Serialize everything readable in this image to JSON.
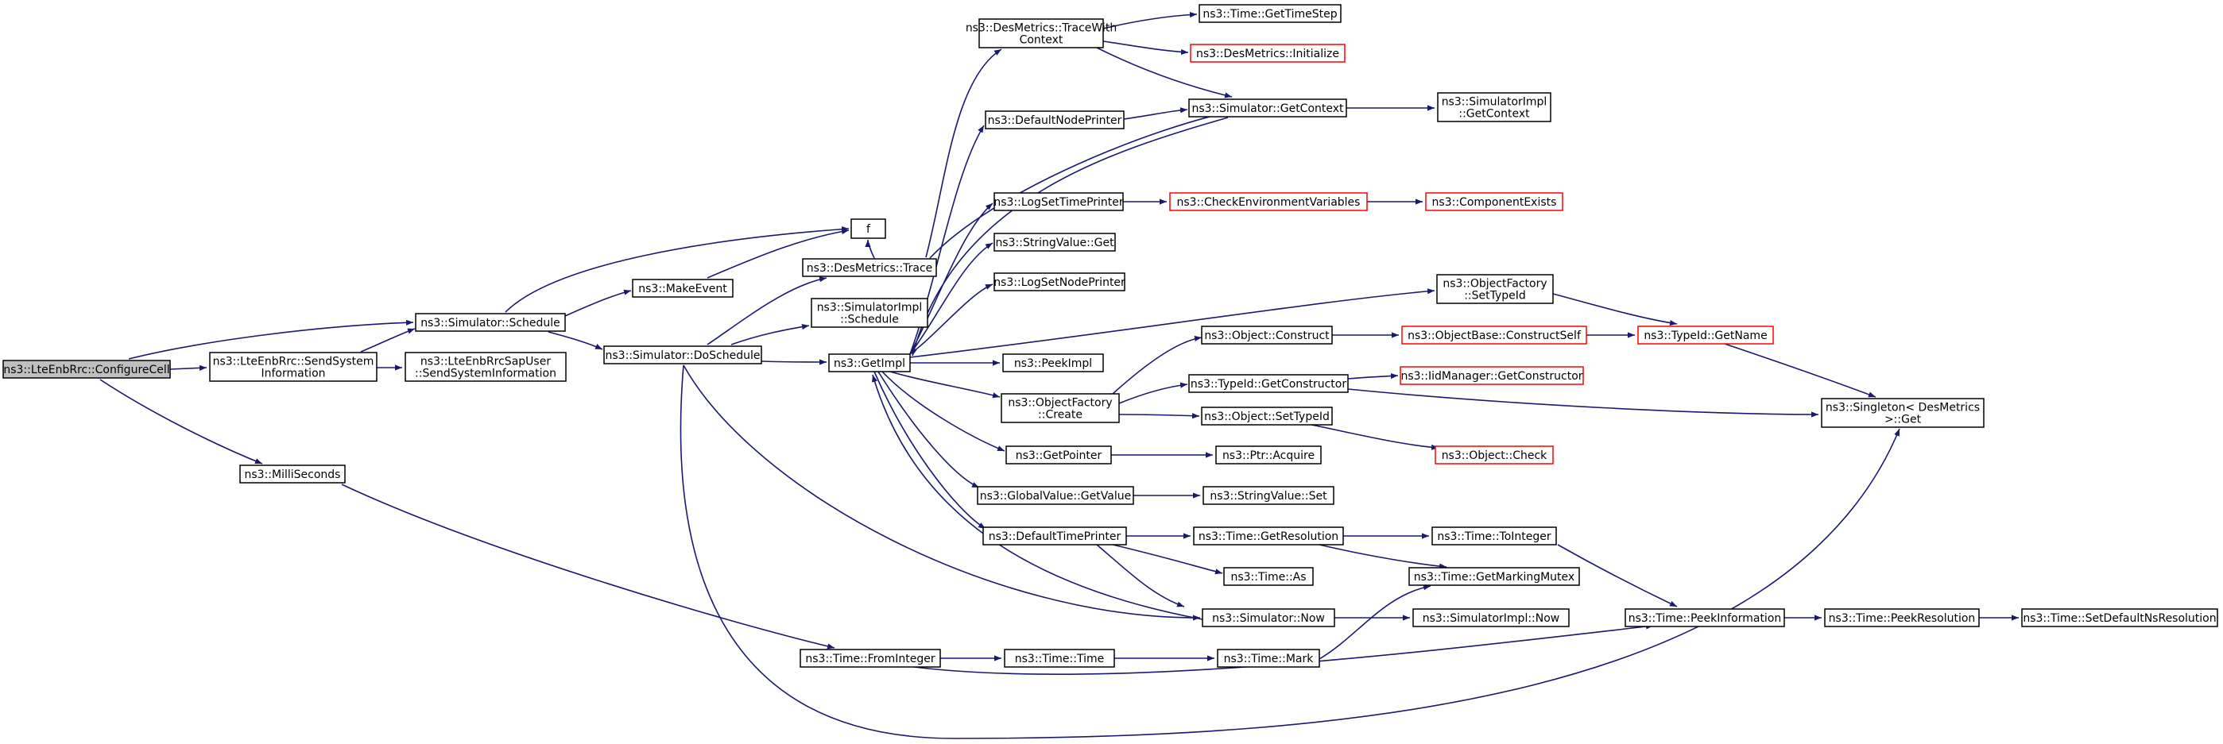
{
  "colors": {
    "edge": "#191970",
    "node_border": "#000000",
    "truncated_border": "#ff0000",
    "root_fill": "#bfbfbf",
    "node_fill": "#ffffff"
  },
  "diagram": {
    "nodes": [
      {
        "id": "configure_cell",
        "lines": [
          "ns3::LteEnbRrc::ConfigureCell"
        ],
        "root": true
      },
      {
        "id": "sim_schedule",
        "lines": [
          "ns3::Simulator::Schedule"
        ]
      },
      {
        "id": "send_sys_info",
        "lines": [
          "ns3::LteEnbRrc::SendSystem",
          "Information"
        ]
      },
      {
        "id": "milliseconds",
        "lines": [
          "ns3::MilliSeconds"
        ]
      },
      {
        "id": "f",
        "lines": [
          "f"
        ]
      },
      {
        "id": "make_event",
        "lines": [
          "ns3::MakeEvent"
        ]
      },
      {
        "id": "sim_doschedule",
        "lines": [
          "ns3::Simulator::DoSchedule"
        ]
      },
      {
        "id": "sap_user_send",
        "lines": [
          "ns3::LteEnbRrcSapUser",
          "::SendSystemInformation"
        ]
      },
      {
        "id": "desmetrics_trace",
        "lines": [
          "ns3::DesMetrics::Trace"
        ]
      },
      {
        "id": "simimpl_schedule",
        "lines": [
          "ns3::SimulatorImpl",
          "::Schedule"
        ]
      },
      {
        "id": "getimpl",
        "lines": [
          "ns3::GetImpl"
        ]
      },
      {
        "id": "time_frominteger",
        "lines": [
          "ns3::Time::FromInteger"
        ]
      },
      {
        "id": "trace_with_context",
        "lines": [
          "ns3::DesMetrics::TraceWith",
          "Context"
        ]
      },
      {
        "id": "default_node_printer",
        "lines": [
          "ns3::DefaultNodePrinter"
        ]
      },
      {
        "id": "log_set_time_printer",
        "lines": [
          "ns3::LogSetTimePrinter"
        ]
      },
      {
        "id": "stringvalue_get",
        "lines": [
          "ns3::StringValue::Get"
        ]
      },
      {
        "id": "log_set_node_printer",
        "lines": [
          "ns3::LogSetNodePrinter"
        ]
      },
      {
        "id": "peekimpl",
        "lines": [
          "ns3::PeekImpl"
        ]
      },
      {
        "id": "objfactory_create",
        "lines": [
          "ns3::ObjectFactory",
          "::Create"
        ]
      },
      {
        "id": "getpointer",
        "lines": [
          "ns3::GetPointer"
        ]
      },
      {
        "id": "globalvalue_getvalue",
        "lines": [
          "ns3::GlobalValue::GetValue"
        ]
      },
      {
        "id": "default_time_printer",
        "lines": [
          "ns3::DefaultTimePrinter"
        ]
      },
      {
        "id": "time_time",
        "lines": [
          "ns3::Time::Time"
        ]
      },
      {
        "id": "time_gettimestep",
        "lines": [
          "ns3::Time::GetTimeStep"
        ]
      },
      {
        "id": "desmetrics_initialize",
        "lines": [
          "ns3::DesMetrics::Initialize"
        ],
        "truncated": true
      },
      {
        "id": "sim_getcontext",
        "lines": [
          "ns3::Simulator::GetContext"
        ]
      },
      {
        "id": "check_env_vars",
        "lines": [
          "ns3::CheckEnvironmentVariables"
        ],
        "truncated": true
      },
      {
        "id": "object_construct",
        "lines": [
          "ns3::Object::Construct"
        ]
      },
      {
        "id": "typeid_getconstructor",
        "lines": [
          "ns3::TypeId::GetConstructor"
        ]
      },
      {
        "id": "object_settypeid",
        "lines": [
          "ns3::Object::SetTypeId"
        ]
      },
      {
        "id": "ptr_acquire",
        "lines": [
          "ns3::Ptr::Acquire"
        ]
      },
      {
        "id": "stringvalue_set",
        "lines": [
          "ns3::StringValue::Set"
        ]
      },
      {
        "id": "time_getresolution",
        "lines": [
          "ns3::Time::GetResolution"
        ]
      },
      {
        "id": "time_as",
        "lines": [
          "ns3::Time::As"
        ]
      },
      {
        "id": "sim_now",
        "lines": [
          "ns3::Simulator::Now"
        ]
      },
      {
        "id": "time_mark",
        "lines": [
          "ns3::Time::Mark"
        ]
      },
      {
        "id": "simimpl_getcontext",
        "lines": [
          "ns3::SimulatorImpl",
          "::GetContext"
        ]
      },
      {
        "id": "component_exists",
        "lines": [
          "ns3::ComponentExists"
        ],
        "truncated": true
      },
      {
        "id": "objfactory_settypeid",
        "lines": [
          "ns3::ObjectFactory",
          "::SetTypeId"
        ]
      },
      {
        "id": "objectbase_constructself",
        "lines": [
          "ns3::ObjectBase::ConstructSelf"
        ],
        "truncated": true
      },
      {
        "id": "iidmanager_getconstructor",
        "lines": [
          "ns3::IidManager::GetConstructor"
        ],
        "truncated": true
      },
      {
        "id": "object_check",
        "lines": [
          "ns3::Object::Check"
        ],
        "truncated": true
      },
      {
        "id": "time_tointeger",
        "lines": [
          "ns3::Time::ToInteger"
        ]
      },
      {
        "id": "time_getmarkingmutex",
        "lines": [
          "ns3::Time::GetMarkingMutex"
        ]
      },
      {
        "id": "simimpl_now",
        "lines": [
          "ns3::SimulatorImpl::Now"
        ]
      },
      {
        "id": "typeid_getname",
        "lines": [
          "ns3::TypeId::GetName"
        ],
        "truncated": true
      },
      {
        "id": "singleton_get",
        "lines": [
          "ns3::Singleton< DesMetrics",
          " >::Get"
        ]
      },
      {
        "id": "time_peekinformation",
        "lines": [
          "ns3::Time::PeekInformation"
        ]
      },
      {
        "id": "time_peekresolution",
        "lines": [
          "ns3::Time::PeekResolution"
        ]
      },
      {
        "id": "time_setdefaultnsresolution",
        "lines": [
          "ns3::Time::SetDefaultNsResolution"
        ]
      }
    ],
    "edges": [
      [
        "configure_cell",
        "sim_schedule"
      ],
      [
        "configure_cell",
        "send_sys_info"
      ],
      [
        "configure_cell",
        "milliseconds"
      ],
      [
        "sim_schedule",
        "f"
      ],
      [
        "sim_schedule",
        "make_event"
      ],
      [
        "sim_schedule",
        "sim_doschedule"
      ],
      [
        "make_event",
        "f"
      ],
      [
        "send_sys_info",
        "sim_schedule"
      ],
      [
        "send_sys_info",
        "sap_user_send"
      ],
      [
        "milliseconds",
        "time_frominteger"
      ],
      [
        "sim_doschedule",
        "desmetrics_trace"
      ],
      [
        "sim_doschedule",
        "simimpl_schedule"
      ],
      [
        "sim_doschedule",
        "getimpl"
      ],
      [
        "sim_doschedule",
        "sim_now"
      ],
      [
        "sim_doschedule",
        "singleton_get"
      ],
      [
        "desmetrics_trace",
        "f"
      ],
      [
        "desmetrics_trace",
        "trace_with_context"
      ],
      [
        "desmetrics_trace",
        "sim_getcontext"
      ],
      [
        "getimpl",
        "default_node_printer"
      ],
      [
        "getimpl",
        "log_set_time_printer"
      ],
      [
        "getimpl",
        "stringvalue_get"
      ],
      [
        "getimpl",
        "log_set_node_printer"
      ],
      [
        "getimpl",
        "peekimpl"
      ],
      [
        "getimpl",
        "objfactory_create"
      ],
      [
        "getimpl",
        "getpointer"
      ],
      [
        "getimpl",
        "globalvalue_getvalue"
      ],
      [
        "getimpl",
        "default_time_printer"
      ],
      [
        "getimpl",
        "objfactory_settypeid"
      ],
      [
        "default_node_printer",
        "sim_getcontext"
      ],
      [
        "sim_getcontext",
        "getimpl"
      ],
      [
        "sim_now",
        "getimpl"
      ],
      [
        "trace_with_context",
        "time_gettimestep"
      ],
      [
        "trace_with_context",
        "desmetrics_initialize"
      ],
      [
        "trace_with_context",
        "sim_getcontext"
      ],
      [
        "sim_getcontext",
        "simimpl_getcontext"
      ],
      [
        "log_set_time_printer",
        "check_env_vars"
      ],
      [
        "check_env_vars",
        "component_exists"
      ],
      [
        "objfactory_create",
        "object_construct"
      ],
      [
        "objfactory_create",
        "typeid_getconstructor"
      ],
      [
        "objfactory_create",
        "object_settypeid"
      ],
      [
        "object_construct",
        "objectbase_constructself"
      ],
      [
        "objectbase_constructself",
        "typeid_getname"
      ],
      [
        "typeid_getconstructor",
        "iidmanager_getconstructor"
      ],
      [
        "typeid_getconstructor",
        "singleton_get"
      ],
      [
        "object_settypeid",
        "object_check"
      ],
      [
        "getpointer",
        "ptr_acquire"
      ],
      [
        "globalvalue_getvalue",
        "stringvalue_set"
      ],
      [
        "default_time_printer",
        "time_getresolution"
      ],
      [
        "default_time_printer",
        "time_as"
      ],
      [
        "default_time_printer",
        "sim_now"
      ],
      [
        "time_getresolution",
        "time_tointeger"
      ],
      [
        "time_getresolution",
        "time_getmarkingmutex"
      ],
      [
        "time_tointeger",
        "time_peekinformation"
      ],
      [
        "sim_now",
        "simimpl_now"
      ],
      [
        "time_frominteger",
        "time_time"
      ],
      [
        "time_frominteger",
        "time_peekinformation"
      ],
      [
        "time_time",
        "time_mark"
      ],
      [
        "time_mark",
        "time_getmarkingmutex"
      ],
      [
        "objfactory_settypeid",
        "typeid_getname"
      ],
      [
        "typeid_getname",
        "singleton_get"
      ],
      [
        "time_peekinformation",
        "time_peekresolution"
      ],
      [
        "time_peekresolution",
        "time_setdefaultnsresolution"
      ]
    ]
  }
}
